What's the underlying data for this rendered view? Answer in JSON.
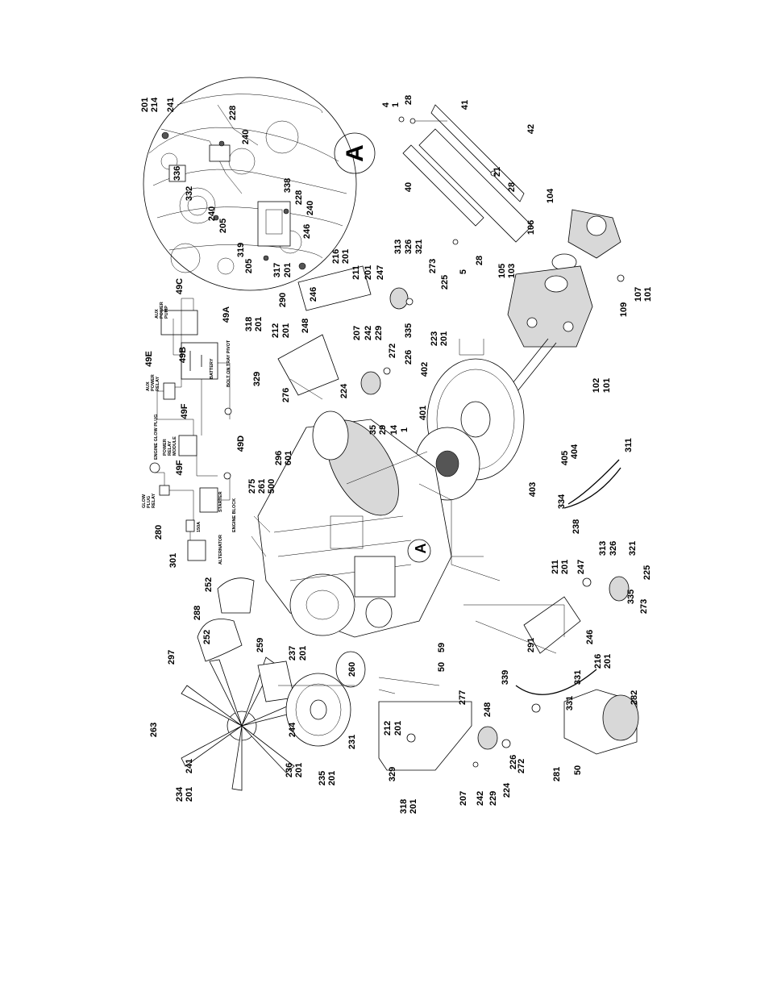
{
  "detail_circle": {
    "letter": "A",
    "callouts": [
      "201",
      "214",
      "241",
      "228",
      "240",
      "336",
      "332",
      "240",
      "205",
      "338",
      "228",
      "240",
      "246",
      "319",
      "205",
      "317",
      "201"
    ]
  },
  "main_letter": "A",
  "wiring": {
    "refs": [
      "49C",
      "49E",
      "49B",
      "49F",
      "49A",
      "49D",
      "49F"
    ],
    "labels": {
      "aux_pump": [
        "AUX",
        "POWER",
        "PUMP"
      ],
      "battery": "BATTERY",
      "aux_relay": [
        "AUX",
        "POWER",
        "RELAY"
      ],
      "bolt_pivot": "BOLT ON TRAY PIVOT",
      "glow_plug": "ENGINE GLOW PLUG",
      "relay_module": [
        "POWER",
        "RELAY",
        "MODULE"
      ],
      "glow_relay": [
        "GLOW",
        "PLUG",
        "RELAY"
      ],
      "fuse": "150A",
      "starter": "STARTER",
      "engine_block": "ENGINE BLOCK",
      "alternator": "ALTERNATOR",
      "callout_280": "280",
      "callout_301": "301"
    }
  },
  "callouts": [
    {
      "id": "c1a",
      "text": "4"
    },
    {
      "id": "c1b",
      "text": "1"
    },
    {
      "id": "c1c",
      "text": "28"
    },
    {
      "id": "c2",
      "text": "41"
    },
    {
      "id": "c3",
      "text": "42"
    },
    {
      "id": "c4",
      "text": "40"
    },
    {
      "id": "c5a",
      "text": "28"
    },
    {
      "id": "c5b",
      "text": "21"
    },
    {
      "id": "c6",
      "text": "104"
    },
    {
      "id": "c7",
      "text": "106"
    },
    {
      "id": "c8a",
      "text": "5"
    },
    {
      "id": "c8b",
      "text": "28"
    },
    {
      "id": "c9a",
      "text": "105"
    },
    {
      "id": "c9b",
      "text": "103"
    },
    {
      "id": "c10a",
      "text": "109"
    },
    {
      "id": "c10b",
      "text": "107"
    },
    {
      "id": "c10c",
      "text": "101"
    },
    {
      "id": "c11a",
      "text": "246"
    },
    {
      "id": "c11b",
      "text": "216"
    },
    {
      "id": "c11c",
      "text": "201"
    },
    {
      "id": "c12a",
      "text": "211"
    },
    {
      "id": "c12b",
      "text": "201"
    },
    {
      "id": "c12c",
      "text": "247"
    },
    {
      "id": "c13a",
      "text": "313"
    },
    {
      "id": "c13b",
      "text": "326"
    },
    {
      "id": "c13c",
      "text": "321"
    },
    {
      "id": "c14",
      "text": "273"
    },
    {
      "id": "c15",
      "text": "225"
    },
    {
      "id": "c16",
      "text": "290"
    },
    {
      "id": "c17a",
      "text": "318"
    },
    {
      "id": "c17b",
      "text": "201"
    },
    {
      "id": "c18a",
      "text": "212"
    },
    {
      "id": "c18b",
      "text": "201"
    },
    {
      "id": "c19",
      "text": "248"
    },
    {
      "id": "c20a",
      "text": "207"
    },
    {
      "id": "c20b",
      "text": "242"
    },
    {
      "id": "c20c",
      "text": "229"
    },
    {
      "id": "c21",
      "text": "335"
    },
    {
      "id": "c22a",
      "text": "223"
    },
    {
      "id": "c22b",
      "text": "201"
    },
    {
      "id": "c23a",
      "text": "272"
    },
    {
      "id": "c23b",
      "text": "226"
    },
    {
      "id": "c24",
      "text": "329"
    },
    {
      "id": "c25",
      "text": "276"
    },
    {
      "id": "c26",
      "text": "224"
    },
    {
      "id": "c27",
      "text": "402"
    },
    {
      "id": "c28a",
      "text": "35"
    },
    {
      "id": "c28b",
      "text": "29"
    },
    {
      "id": "c28c",
      "text": "14"
    },
    {
      "id": "c28d",
      "text": "1"
    },
    {
      "id": "c29",
      "text": "401"
    },
    {
      "id": "c30a",
      "text": "102"
    },
    {
      "id": "c30b",
      "text": "101"
    },
    {
      "id": "c31a",
      "text": "296"
    },
    {
      "id": "c31b",
      "text": "601"
    },
    {
      "id": "c32a",
      "text": "275"
    },
    {
      "id": "c32b",
      "text": "261"
    },
    {
      "id": "c32c",
      "text": "500"
    },
    {
      "id": "c33a",
      "text": "405"
    },
    {
      "id": "c33b",
      "text": "404"
    },
    {
      "id": "c34",
      "text": "403"
    },
    {
      "id": "c35",
      "text": "311"
    },
    {
      "id": "c36",
      "text": "334"
    },
    {
      "id": "c37",
      "text": "238"
    },
    {
      "id": "c38a",
      "text": "211"
    },
    {
      "id": "c38b",
      "text": "201"
    },
    {
      "id": "c38c",
      "text": "247"
    },
    {
      "id": "c39a",
      "text": "313"
    },
    {
      "id": "c39b",
      "text": "326"
    },
    {
      "id": "c39c",
      "text": "321"
    },
    {
      "id": "c40",
      "text": "225"
    },
    {
      "id": "c41",
      "text": "335"
    },
    {
      "id": "c42",
      "text": "273"
    },
    {
      "id": "c43",
      "text": "246"
    },
    {
      "id": "c44a",
      "text": "216"
    },
    {
      "id": "c44b",
      "text": "201"
    },
    {
      "id": "c45",
      "text": "291"
    },
    {
      "id": "c46",
      "text": "252"
    },
    {
      "id": "c47",
      "text": "288"
    },
    {
      "id": "c48",
      "text": "252"
    },
    {
      "id": "c49",
      "text": "297"
    },
    {
      "id": "c50",
      "text": "259"
    },
    {
      "id": "c51a",
      "text": "237"
    },
    {
      "id": "c51b",
      "text": "201"
    },
    {
      "id": "c52",
      "text": "59"
    },
    {
      "id": "c53",
      "text": "50"
    },
    {
      "id": "c54",
      "text": "260"
    },
    {
      "id": "c55",
      "text": "339"
    },
    {
      "id": "c56",
      "text": "331"
    },
    {
      "id": "c57",
      "text": "331"
    },
    {
      "id": "c58",
      "text": "282"
    },
    {
      "id": "c59",
      "text": "277"
    },
    {
      "id": "c60",
      "text": "263"
    },
    {
      "id": "c61",
      "text": "244"
    },
    {
      "id": "c62a",
      "text": "212"
    },
    {
      "id": "c62b",
      "text": "201"
    },
    {
      "id": "c63",
      "text": "248"
    },
    {
      "id": "c64a",
      "text": "234"
    },
    {
      "id": "c64b",
      "text": "201"
    },
    {
      "id": "c65",
      "text": "241"
    },
    {
      "id": "c66a",
      "text": "236"
    },
    {
      "id": "c66b",
      "text": "201"
    },
    {
      "id": "c67a",
      "text": "235"
    },
    {
      "id": "c67b",
      "text": "201"
    },
    {
      "id": "c68",
      "text": "231"
    },
    {
      "id": "c69a",
      "text": "318"
    },
    {
      "id": "c69b",
      "text": "201"
    },
    {
      "id": "c70",
      "text": "329"
    },
    {
      "id": "c71",
      "text": "207"
    },
    {
      "id": "c72",
      "text": "242"
    },
    {
      "id": "c73",
      "text": "229"
    },
    {
      "id": "c74",
      "text": "224"
    },
    {
      "id": "c75",
      "text": "272"
    },
    {
      "id": "c76",
      "text": "226"
    },
    {
      "id": "c77",
      "text": "281"
    },
    {
      "id": "c78",
      "text": "50"
    }
  ]
}
